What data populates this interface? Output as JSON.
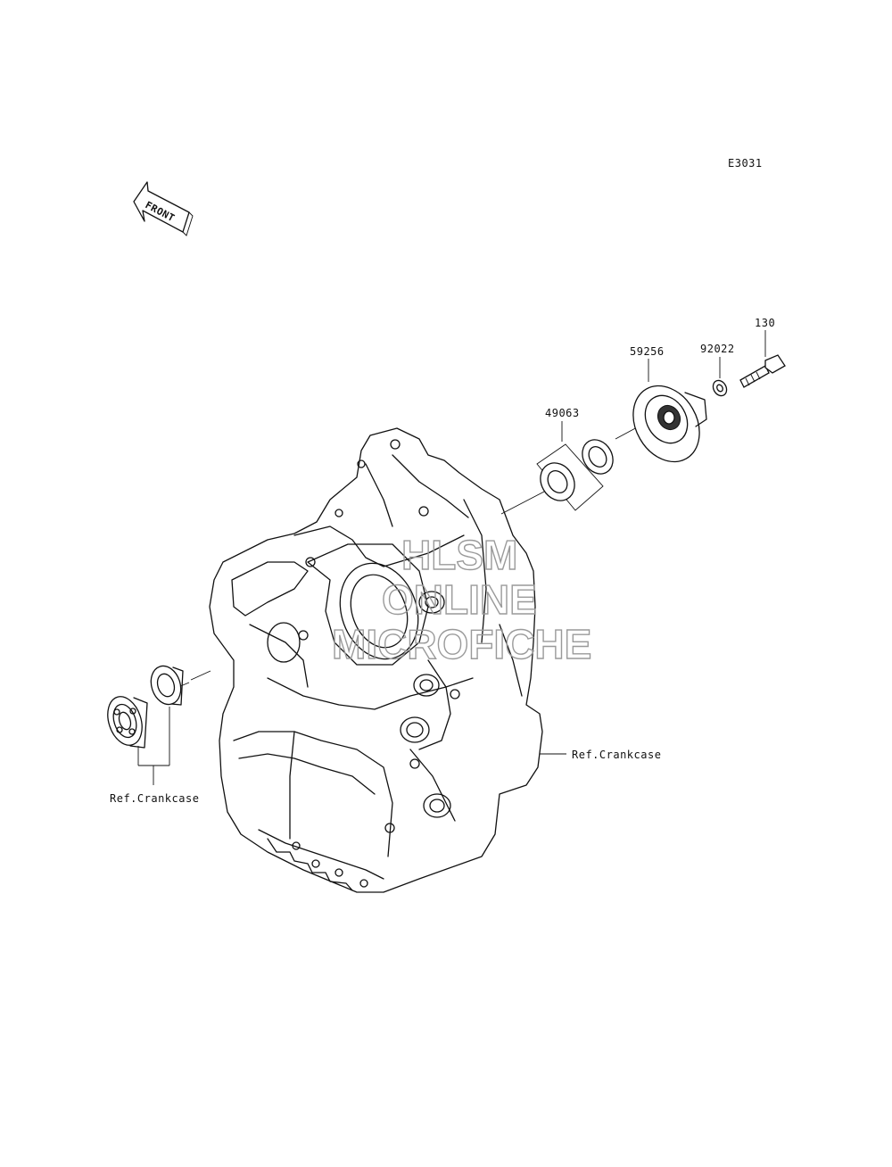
{
  "diagram_code": "E3031",
  "front_arrow_label": "FRONT",
  "callouts": {
    "p49063": "49063",
    "p59256": "59256",
    "p92022": "92022",
    "p130": "130"
  },
  "refs": {
    "crankcase_right": "Ref.Crankcase",
    "crankcase_left": "Ref.Crankcase"
  },
  "watermark": {
    "line1": "HLSM",
    "line2": "ONLINE",
    "line3": "MICROFICHE"
  }
}
